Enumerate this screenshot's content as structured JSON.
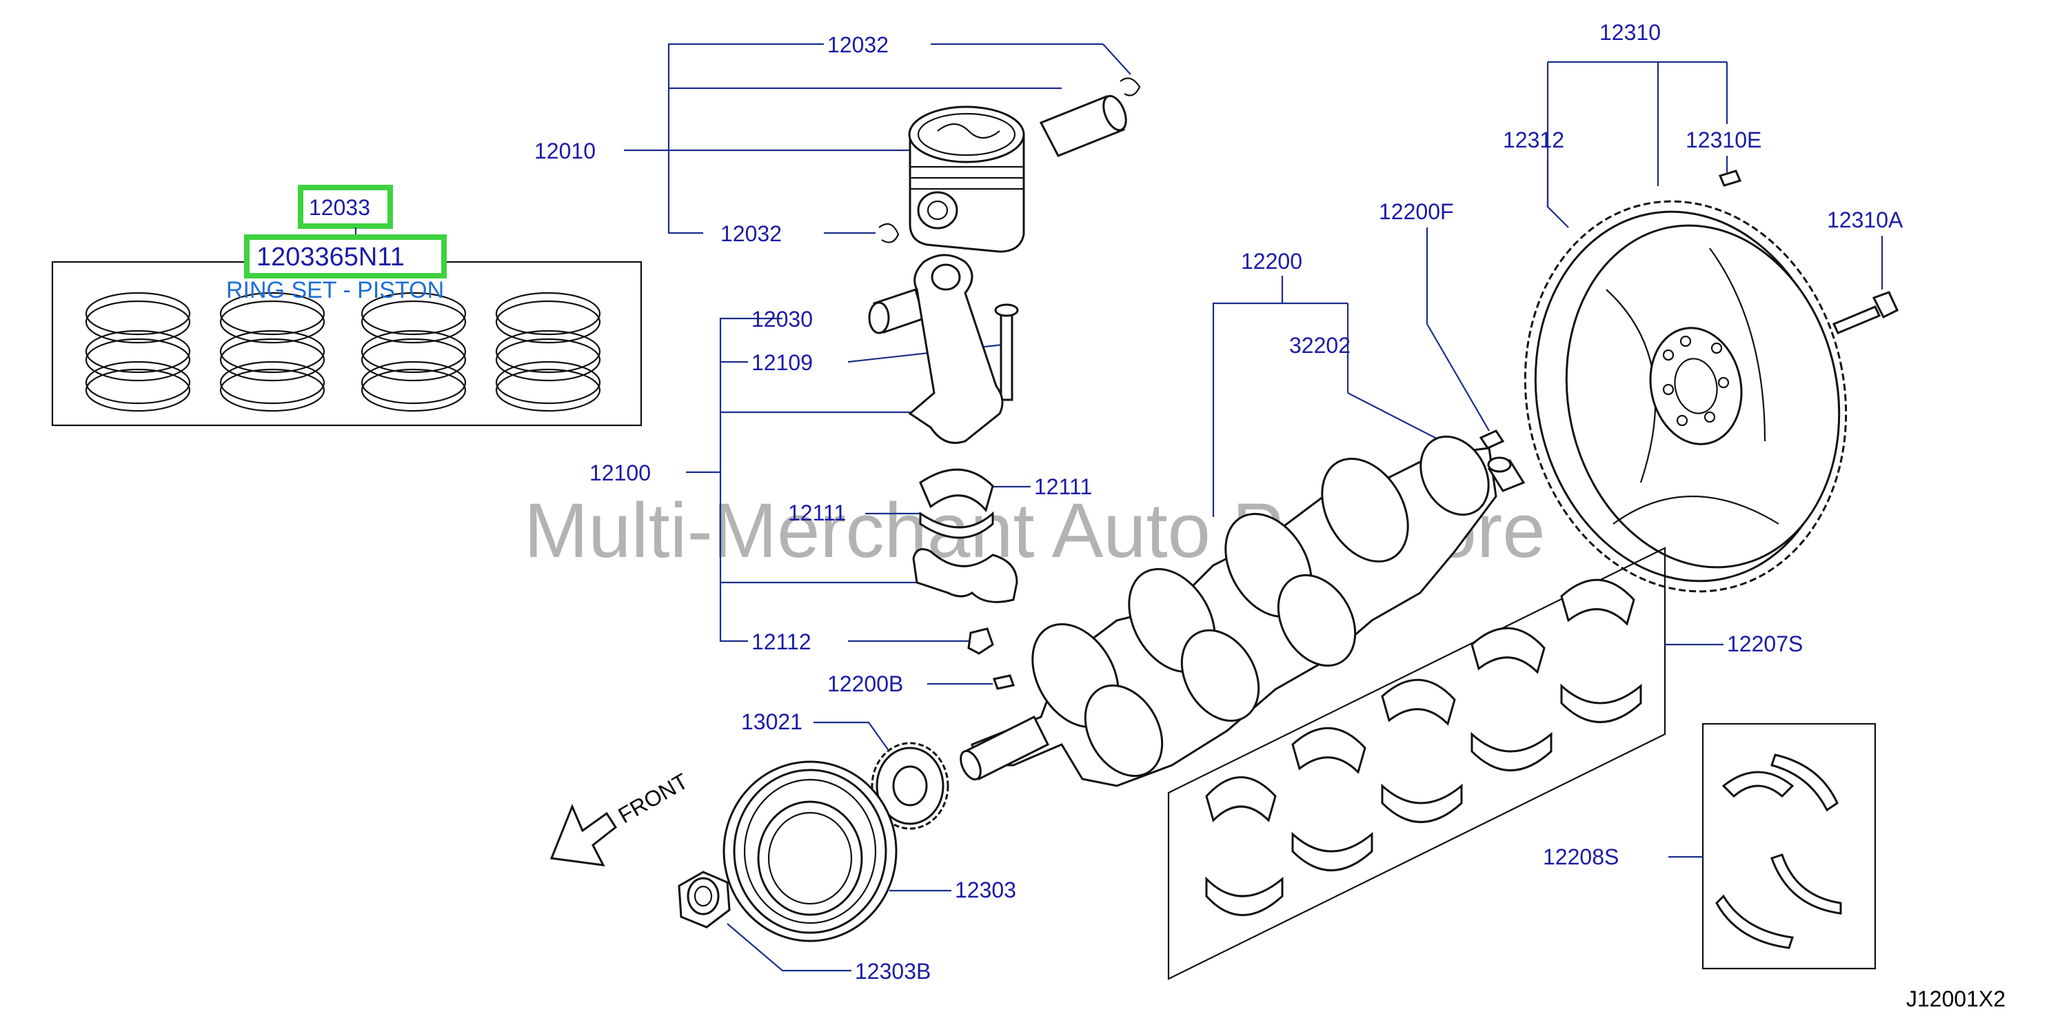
{
  "watermark": "Multi-Merchant Auto Partstore",
  "diagram_code": "J12001X2",
  "front_label": "FRONT",
  "highlight": {
    "part_number": "12033",
    "oem_number": "1203365N11",
    "description": "RING SET - PISTON",
    "color": "#3fd13f"
  },
  "labels": {
    "p12032_top": "12032",
    "p12010": "12010",
    "p12032_bottom": "12032",
    "p12030": "12030",
    "p12109": "12109",
    "p12100": "12100",
    "p12111_right": "12111",
    "p12111_left": "12111",
    "p12112": "12112",
    "p12200B": "12200B",
    "p13021": "13021",
    "p12303": "12303",
    "p12303B": "12303B",
    "p12200": "12200",
    "p32202": "32202",
    "p12200F": "12200F",
    "p12310": "12310",
    "p12312": "12312",
    "p12310E": "12310E",
    "p12310A": "12310A",
    "p12207S": "12207S",
    "p12208S": "12208S"
  },
  "colors": {
    "label_text": "#1a1aa8",
    "leader_line": "#1a2f8a",
    "ring_description": "#1f6fd6",
    "highlight_border": "#3fd13f"
  }
}
